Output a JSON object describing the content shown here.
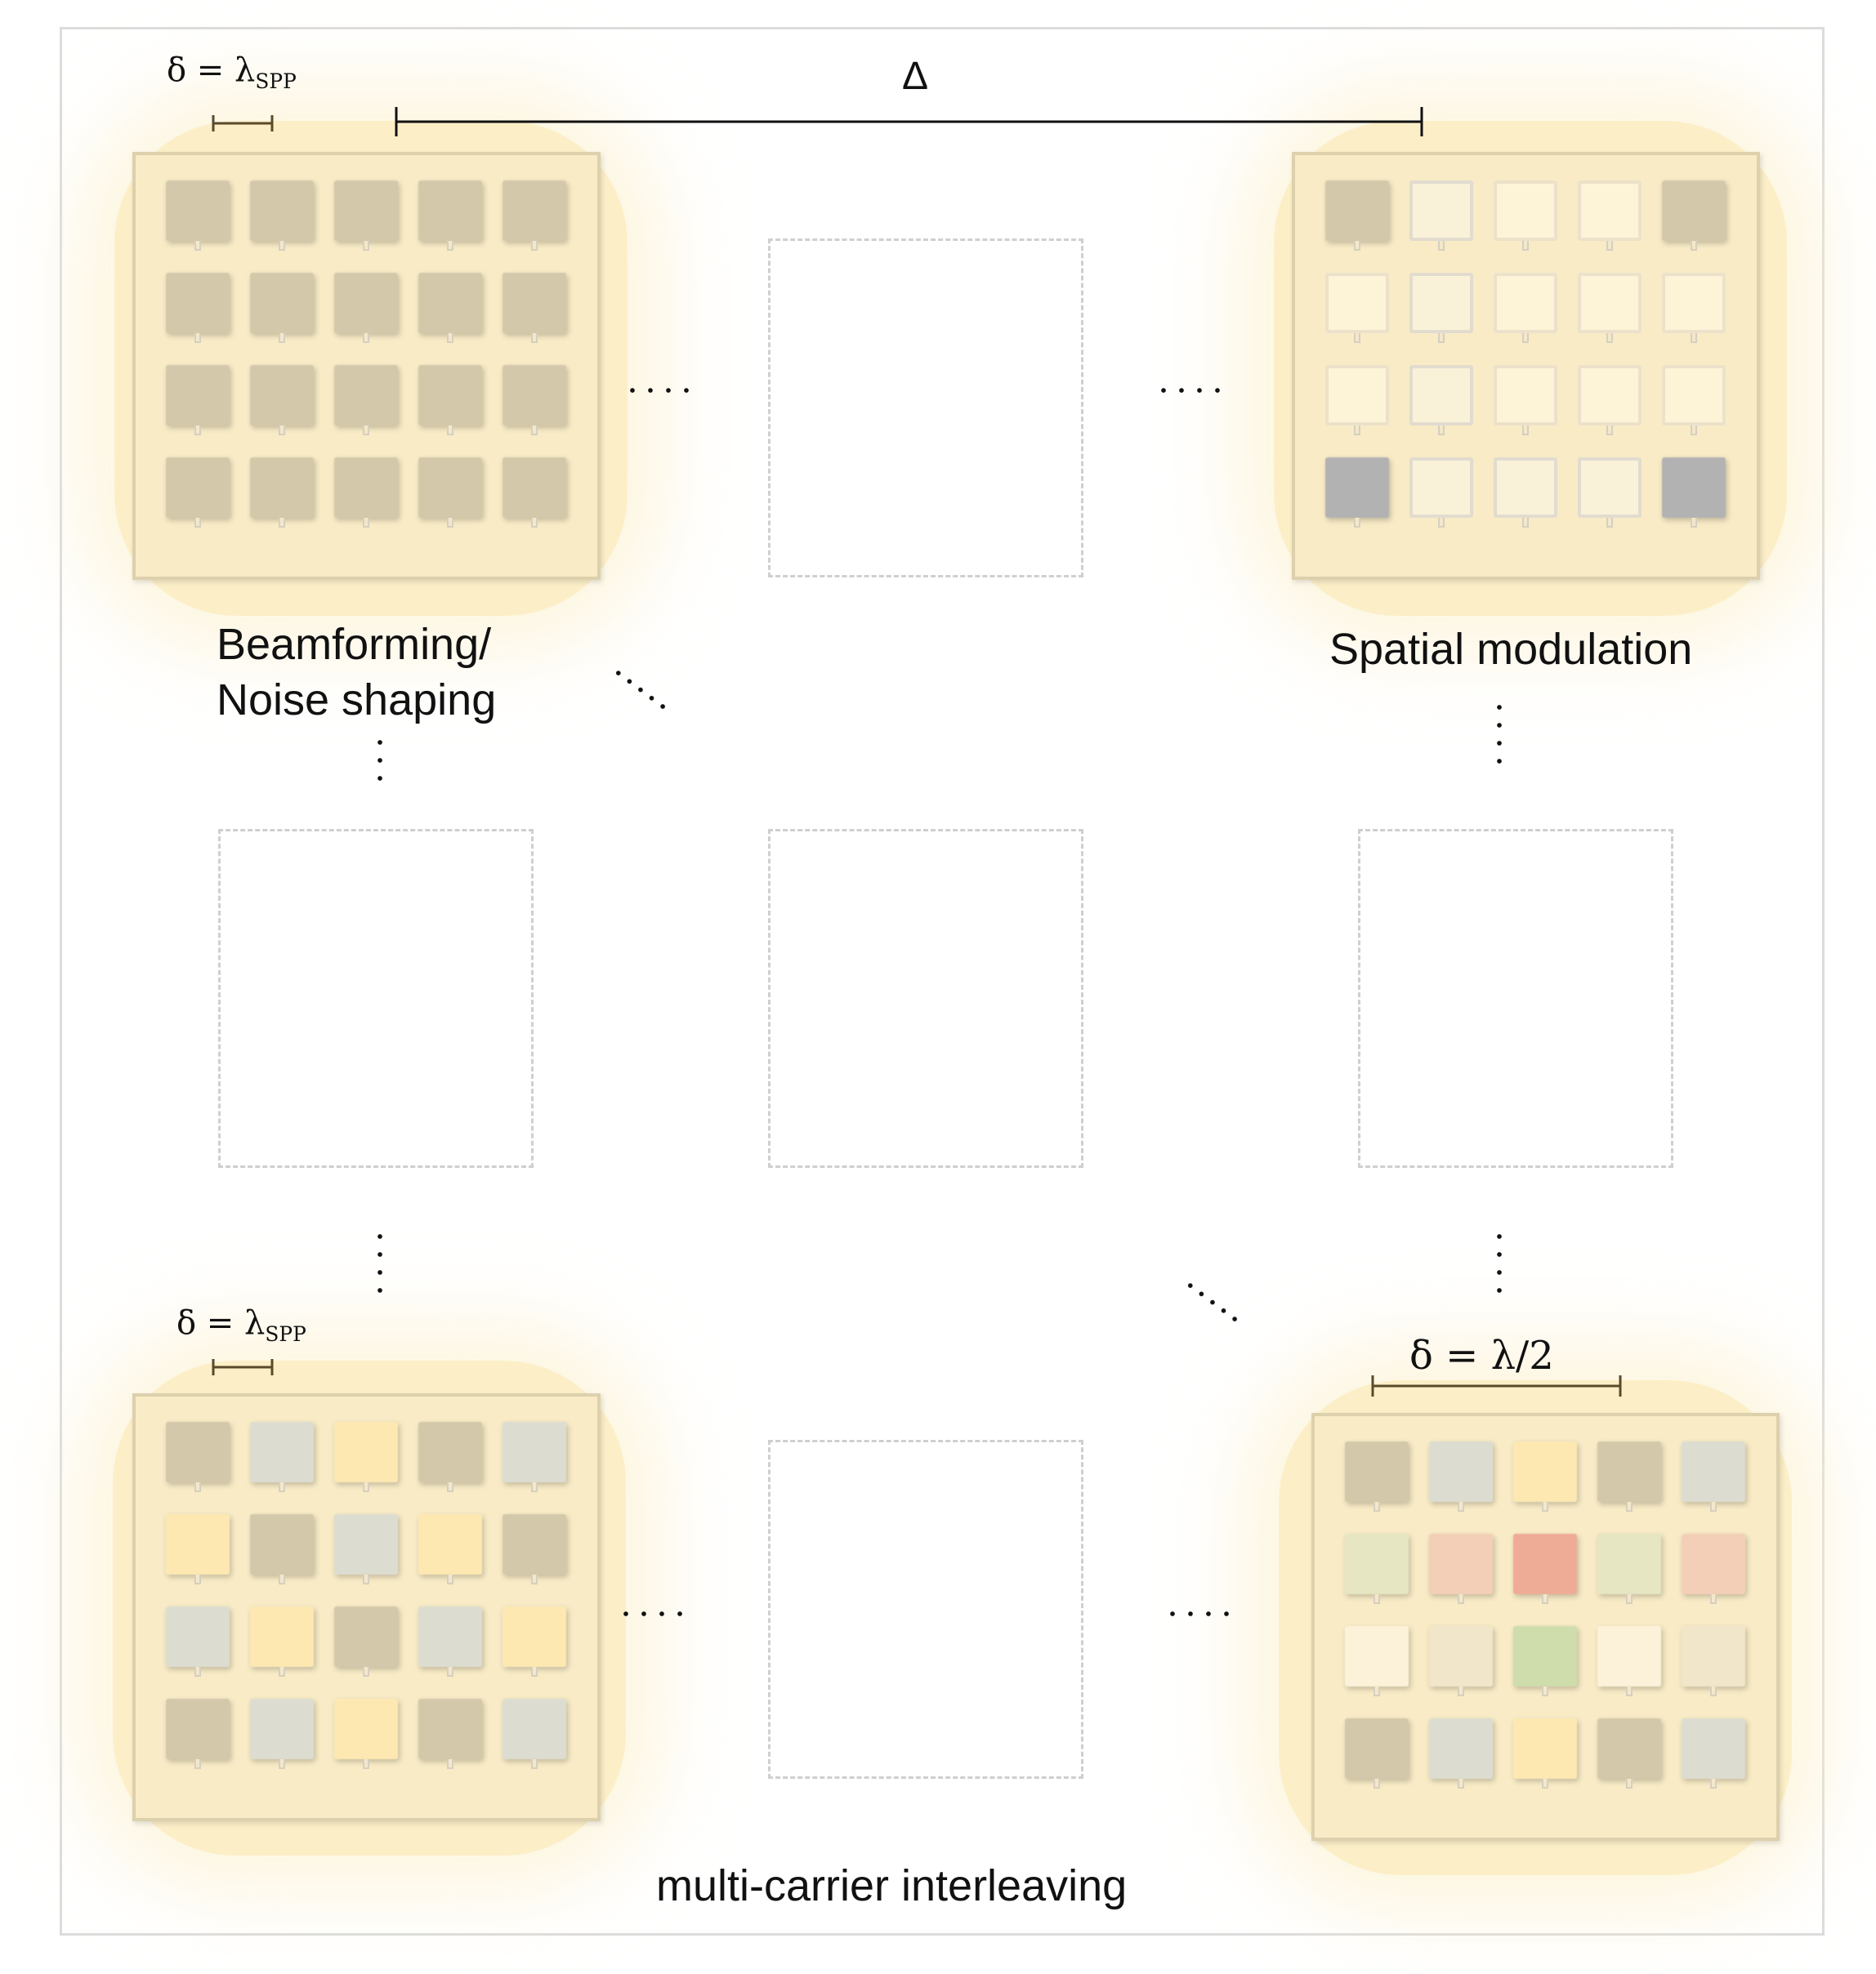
{
  "labels": {
    "delta_top": "Δ",
    "delta_spp_top": "δ = λSPP",
    "delta_spp_bottom": "δ = λSPP",
    "delta_half_lambda": "δ = λ/2",
    "beamforming": "Beamforming/",
    "noise_shaping": "Noise shaping",
    "spatial_modulation": "Spatial modulation",
    "multi_carrier": "multi-carrier interleaving"
  },
  "colors": {
    "tan": "#d4c8ab",
    "gray": "#b2b2b2",
    "blue_gray": "#dcddd0",
    "yellow": "#fde8b2",
    "green_light": "#e6e6c3",
    "salmon": "#f4cfb7",
    "red": "#eeab95",
    "green": "#cfdcac",
    "cream": "#fbf2d9",
    "beige": "#f2e6ca",
    "glow": "#fcefc8"
  },
  "arrays": {
    "top_left": {
      "rows": [
        [
          "tan",
          "tan",
          "tan",
          "tan",
          "tan"
        ],
        [
          "tan",
          "tan",
          "tan",
          "tan",
          "tan"
        ],
        [
          "tan",
          "tan",
          "tan",
          "tan",
          "tan"
        ],
        [
          "tan",
          "tan",
          "tan",
          "tan",
          "tan"
        ]
      ]
    },
    "top_right": {
      "rows": [
        [
          "tan",
          "outline-strong",
          "outline",
          "outline",
          "tan"
        ],
        [
          "outline",
          "outline-strong",
          "outline",
          "outline",
          "outline"
        ],
        [
          "outline",
          "outline-strong",
          "outline",
          "outline",
          "outline"
        ],
        [
          "gray",
          "outline-strong",
          "outline-strong",
          "outline-strong",
          "gray"
        ]
      ]
    },
    "bottom_left": {
      "rows": [
        [
          "tan",
          "blue_gray",
          "yellow",
          "tan",
          "blue_gray"
        ],
        [
          "yellow",
          "tan",
          "blue_gray",
          "yellow",
          "tan"
        ],
        [
          "blue_gray",
          "yellow",
          "tan",
          "blue_gray",
          "yellow"
        ],
        [
          "tan",
          "blue_gray",
          "yellow",
          "tan",
          "blue_gray"
        ]
      ]
    },
    "bottom_right": {
      "rows": [
        [
          "tan",
          "blue_gray",
          "yellow",
          "tan",
          "blue_gray"
        ],
        [
          "green_light",
          "salmon",
          "red",
          "green_light",
          "salmon"
        ],
        [
          "cream",
          "beige",
          "green",
          "cream",
          "beige"
        ],
        [
          "tan",
          "blue_gray",
          "yellow",
          "tan",
          "blue_gray"
        ]
      ]
    }
  }
}
